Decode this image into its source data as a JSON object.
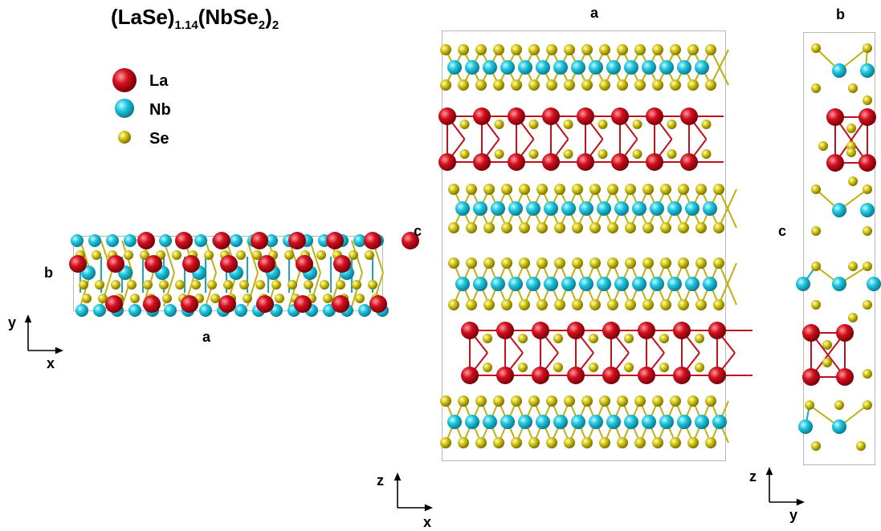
{
  "title": {
    "prefix": "(LaSe)",
    "sub1": "1.14",
    "mid": "(NbSe",
    "sub2": "2",
    "close": ")",
    "sub3": "2"
  },
  "legend": [
    {
      "label": "La",
      "color": "#d3101e"
    },
    {
      "label": "Nb",
      "color": "#1ec8e0"
    },
    {
      "label": "Se",
      "color": "#d6c814"
    }
  ],
  "views": {
    "ab": {
      "horizontal": "a",
      "vertical": "b",
      "axis_h": "x",
      "axis_v": "y"
    },
    "ac": {
      "horizontal": "a",
      "vertical": "c",
      "axis_h": "x",
      "axis_v": "z"
    },
    "bc": {
      "horizontal": "b",
      "vertical": "c",
      "axis_h": "y",
      "axis_v": "z"
    }
  }
}
